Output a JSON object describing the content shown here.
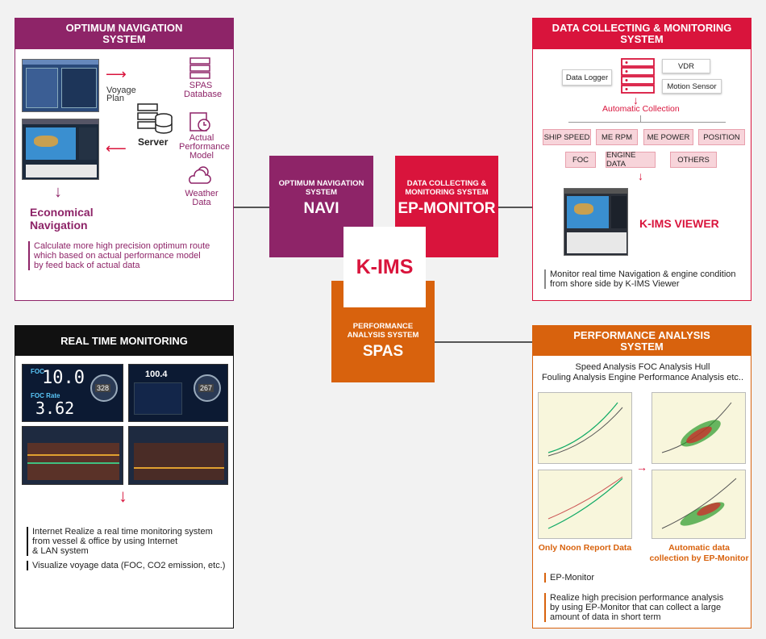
{
  "colors": {
    "navi": "#8e2468",
    "monitor": "#d9143c",
    "spas": "#d8620d",
    "realtime": "#111111"
  },
  "navi_panel": {
    "title_line1": "OPTIMUM NAVIGATION",
    "title_line2": "SYSTEM",
    "voyage_plan_1": "Voyage",
    "voyage_plan_2": "Plan",
    "server": "Server",
    "spas_db_1": "SPAS",
    "spas_db_2": "Database",
    "actual_perf_1": "Actual",
    "actual_perf_2": "Performance",
    "actual_perf_3": "Model",
    "weather_1": "Weather",
    "weather_2": "Data",
    "econ_nav_1": "Economical",
    "econ_nav_2": "Navigation",
    "desc_1": "Calculate more high precision optimum route",
    "desc_2": "which based on actual performance model",
    "desc_3": "by feed back of actual data"
  },
  "monitor_panel": {
    "title_line1": "DATA COLLECTING & MONITORING",
    "title_line2": "SYSTEM",
    "data_logger": "Data Logger",
    "vdr": "VDR",
    "motion_sensor": "Motion Sensor",
    "auto_collection": "Automatic Collection",
    "items_row1": [
      "SHIP SPEED",
      "ME RPM",
      "ME POWER",
      "POSITION"
    ],
    "items_row2": [
      "FOC",
      "ENGINE DATA",
      "OTHERS"
    ],
    "viewer": "K-IMS VIEWER",
    "desc_1": "Monitor real time Navigation & engine condition",
    "desc_2": "from shore side by K-IMS Viewer"
  },
  "hub": {
    "navi_sub_1": "OPTIMUM NAVIGATION",
    "navi_sub_2": "SYSTEM",
    "navi": "NAVI",
    "ep_sub_1": "DATA COLLECTING &",
    "ep_sub_2": "MONITORING SYSTEM",
    "ep": "EP-MONITOR",
    "kims": "K-IMS",
    "spas_sub_1": "PERFORMANCE",
    "spas_sub_2": "ANALYSIS SYSTEM",
    "spas": "SPAS"
  },
  "realtime_panel": {
    "title": "REAL TIME MONITORING",
    "foc": "FOC",
    "foc_val": "10.0",
    "foc_rate": "FOC Rate",
    "foc_rate_val": "3.62",
    "gauge1": "328",
    "panel2_val": "100.4",
    "gauge2": "267",
    "desc_1": "Internet Realize a real time monitoring system",
    "desc_2": "from vessel & office by using Internet",
    "desc_3": "& LAN system",
    "desc_4": "Visualize voyage data (FOC, CO2 emission, etc.)"
  },
  "spas_panel": {
    "title_line1": "PERFORMANCE ANALYSIS",
    "title_line2": "SYSTEM",
    "intro_1": "Speed Analysis FOC Analysis Hull",
    "intro_2": "Fouling Analysis Engine Performance Analysis etc..",
    "noon": "Only Noon Report Data",
    "auto_1": "Automatic data",
    "auto_2": "collection by EP-Monitor",
    "ep_label": "EP-Monitor",
    "desc_1": "Realize high precision performance analysis",
    "desc_2": "by using EP-Monitor that can collect a large",
    "desc_3": "amount of data in short term"
  }
}
